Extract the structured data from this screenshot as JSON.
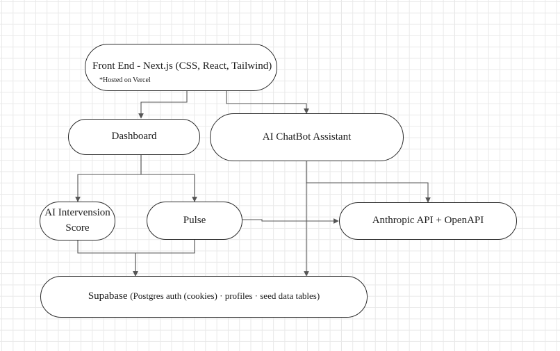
{
  "nodes": {
    "frontend": {
      "label": "Front End - Next.js (CSS, React, Tailwind)",
      "note": "*Hosted on Vercel"
    },
    "dashboard": {
      "label": "Dashboard"
    },
    "chatbot": {
      "label": "AI ChatBot Assistant"
    },
    "intervention": {
      "label_line1": "AI Intervension",
      "label_line2": "Score"
    },
    "pulse": {
      "label": "Pulse"
    },
    "anthropic": {
      "label": "Anthropic API + OpenAPI"
    },
    "supabase": {
      "label": "Supabase",
      "detail": "(Postgres auth (cookies) · profiles · seed data tables)"
    }
  },
  "colors": {
    "line": "#555555",
    "border": "#2a2a2a",
    "grid": "#e9e9e9"
  }
}
